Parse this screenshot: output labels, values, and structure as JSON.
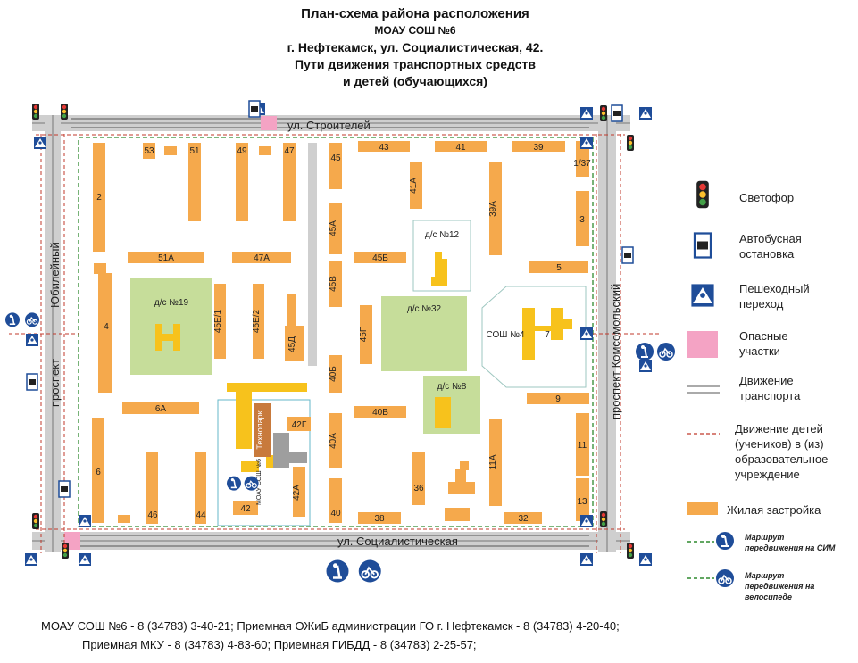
{
  "title": {
    "line1": "План-схема района расположения",
    "line2": "МОАУ СОШ №6",
    "line3": "г. Нефтекамск, ул. Социалистическая, 42.",
    "line4": "Пути движения транспортных средств",
    "line5": "и детей (обучающихся)"
  },
  "streets": {
    "top": "ул. Строителей",
    "bottom": "ул. Социалистическая",
    "left_a": "Юбилейный",
    "left_b": "проспект",
    "right": "проспект Комсомольский"
  },
  "buildings": {
    "b2": "2",
    "b4": "4",
    "b6": "6",
    "b6A": "6А",
    "b46": "46",
    "b44": "44",
    "b53": "53",
    "b51": "51",
    "b49": "49",
    "b47": "47",
    "b51A": "51А",
    "b47A": "47А",
    "b45E1": "45Е/1",
    "b45E2": "45Е/2",
    "b45D": "45Д",
    "b45": "45",
    "b45A": "45А",
    "b45B": "45В",
    "b40B": "40Б",
    "b40A": "40А",
    "b40": "40",
    "b42G": "42Г",
    "b42A": "42А",
    "b42": "42",
    "b43": "43",
    "b41": "41",
    "b39": "39",
    "b41A": "41А",
    "b39A": "39А",
    "b45Bsm": "45Б",
    "b45G": "45Г",
    "b40V": "40В",
    "b36": "36",
    "b11A": "11А",
    "b38": "38",
    "b32": "32",
    "b1_37": "1/37",
    "b3": "3",
    "b5": "5",
    "b7": "7",
    "b9": "9",
    "b11": "11",
    "b13": "13"
  },
  "zones": {
    "ds19": "д/с №19",
    "ds12": "д/с №12",
    "ds32": "д/с №32",
    "ds8": "д/с №8",
    "school4": "СОШ №4",
    "technopark": "Технопарк",
    "school6": "МОАУ СОШ №6"
  },
  "legend": {
    "traffic_light": "Светофор",
    "bus_stop_1": "Автобусная",
    "bus_stop_2": "остановка",
    "crossing_1": "Пешеходный",
    "crossing_2": "переход",
    "danger_1": "Опасные",
    "danger_2": "участки",
    "transport_1": "Движение",
    "transport_2": "транспорта",
    "children_1": "Движение детей",
    "children_2": "(учеников) в (из)",
    "children_3": "образовательное",
    "children_4": "учреждение",
    "housing": "Жилая застройка",
    "sim_1": "Маршрут",
    "sim_2": "передвижения на СИМ",
    "bike_1": "Маршрут",
    "bike_2": "передвижения на",
    "bike_3": "велосипеде"
  },
  "footer": {
    "line1": "МОАУ СОШ №6 - 8 (34783) 3-40-21;    Приемная ОЖиБ администрации ГО г. Нефтекамск - 8 (34783) 4-20-40;",
    "line2": "Приемная МКУ - 8 (34783) 4-83-60;          Приемная ГИБДД - 8 (34783) 2-25-57;"
  },
  "colors": {
    "housing": "#f5a94c",
    "kindergarten_green": "#c6dd9a",
    "school_yellow": "#f7c21c",
    "danger_pink": "#f4a3c4",
    "road": "#c8c8c8",
    "route_green": "#2f8a2f",
    "route_red": "#c0392b",
    "sign_blue": "#1f4d99"
  }
}
